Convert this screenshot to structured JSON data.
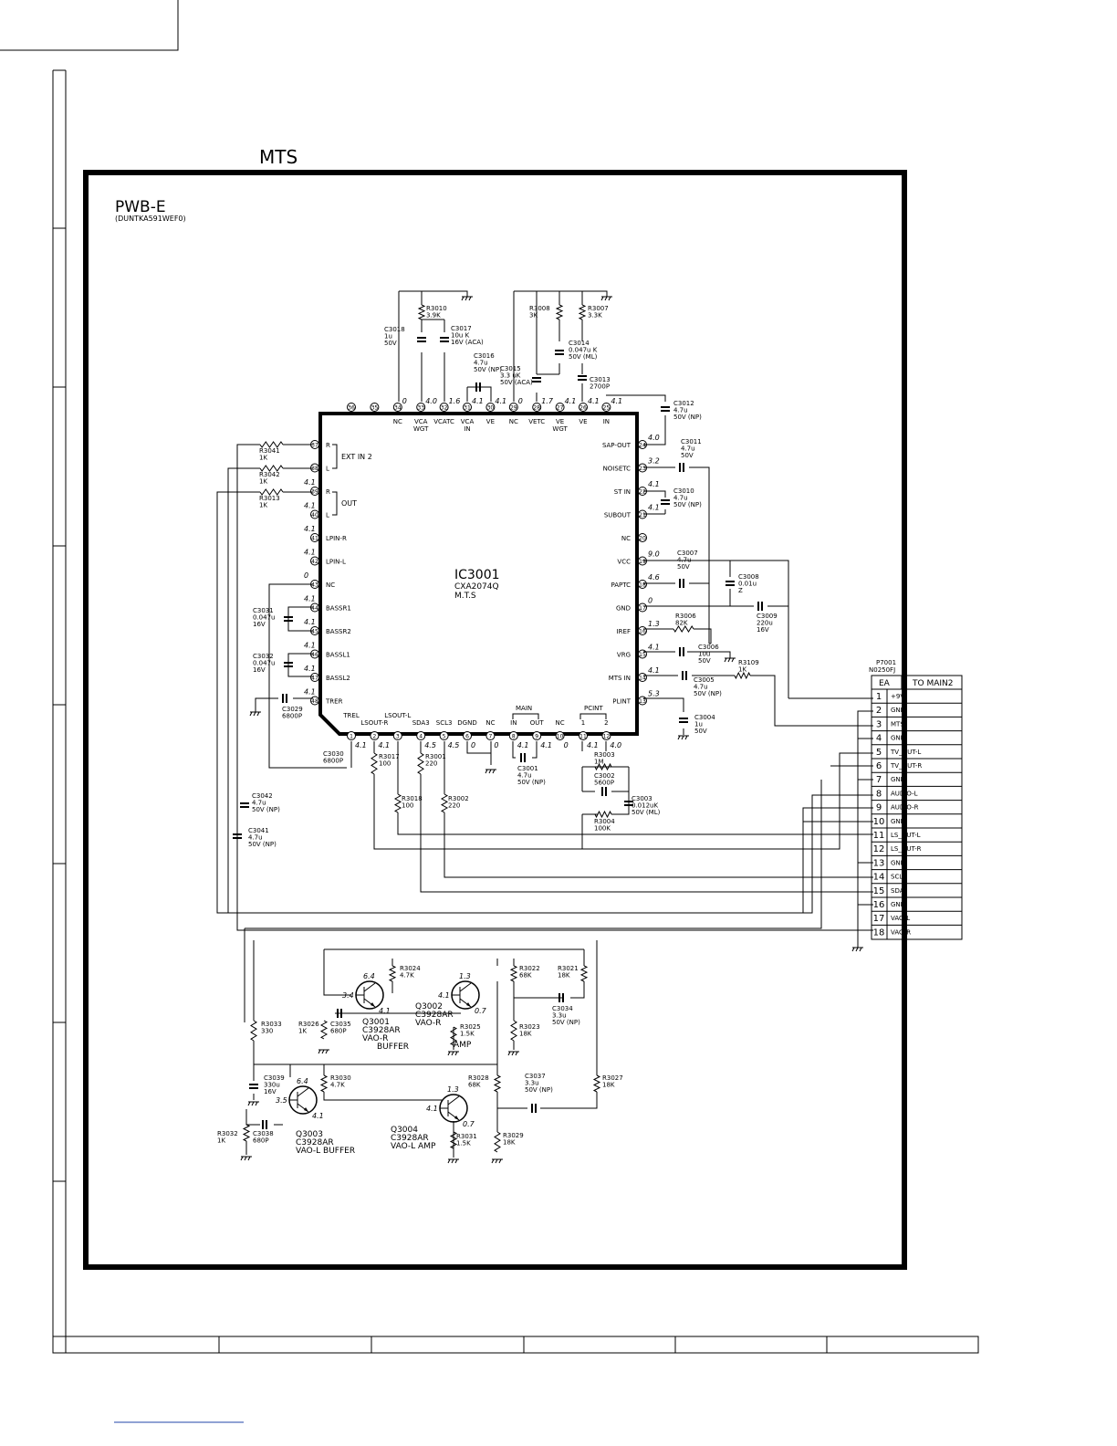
{
  "page_title": "MTS",
  "board": {
    "name": "PWB-E",
    "code": "(DUNTKA591WEF0)"
  },
  "ic": {
    "ref": "IC3001",
    "part": "CXA2074Q",
    "func": "M.T.S"
  },
  "ic_group_labels": {
    "ext_in": "EXT IN 2",
    "out": "OUT",
    "main": "MAIN",
    "pcint": "PCINT",
    "main_in": "IN",
    "main_out": "OUT",
    "pcint_1": "1",
    "pcint_2": "2"
  },
  "pins": {
    "left": [
      {
        "n": "37",
        "label": "R",
        "v": ""
      },
      {
        "n": "38",
        "label": "L",
        "v": ""
      },
      {
        "n": "39",
        "label": "R",
        "v": "4.1"
      },
      {
        "n": "40",
        "label": "L",
        "v": "4.1"
      },
      {
        "n": "41",
        "label": "LPIN-R",
        "v": "4.1"
      },
      {
        "n": "42",
        "label": "LPIN-L",
        "v": "4.1"
      },
      {
        "n": "43",
        "label": "NC",
        "v": "0"
      },
      {
        "n": "44",
        "label": "BASSR1",
        "v": "4.1"
      },
      {
        "n": "45",
        "label": "BASSR2",
        "v": "4.1"
      },
      {
        "n": "46",
        "label": "BASSL1",
        "v": "4.1"
      },
      {
        "n": "47",
        "label": "BASSL2",
        "v": "4.1"
      },
      {
        "n": "48",
        "label": "TRER",
        "v": "4.1"
      }
    ],
    "right": [
      {
        "n": "24",
        "label": "SAP-OUT",
        "v": "4.0"
      },
      {
        "n": "23",
        "label": "NOISETC",
        "v": "3.2"
      },
      {
        "n": "22",
        "label": "ST IN",
        "v": "4.1"
      },
      {
        "n": "21",
        "label": "SUBOUT",
        "v": "4.1"
      },
      {
        "n": "20",
        "label": "NC",
        "v": ""
      },
      {
        "n": "19",
        "label": "VCC",
        "v": "9.0"
      },
      {
        "n": "18",
        "label": "PAPTC",
        "v": "4.6"
      },
      {
        "n": "17",
        "label": "GND",
        "v": "0"
      },
      {
        "n": "16",
        "label": "IREF",
        "v": "1.3"
      },
      {
        "n": "15",
        "label": "VRG",
        "v": "4.1"
      },
      {
        "n": "14",
        "label": "MTS IN",
        "v": "4.1"
      },
      {
        "n": "13",
        "label": "PLINT",
        "v": "5.3"
      }
    ],
    "top": [
      {
        "n": "36",
        "label": "",
        "v": ""
      },
      {
        "n": "35",
        "label": "",
        "v": ""
      },
      {
        "n": "34",
        "label": "NC",
        "v": "0"
      },
      {
        "n": "33",
        "label": "VCA WGT",
        "v": "4.0"
      },
      {
        "n": "32",
        "label": "VCATC",
        "v": "1.6"
      },
      {
        "n": "31",
        "label": "VCA IN",
        "v": "4.1"
      },
      {
        "n": "30",
        "label": "VE",
        "v": "4.1"
      },
      {
        "n": "29",
        "label": "NC",
        "v": "0"
      },
      {
        "n": "28",
        "label": "VETC",
        "v": "1.7"
      },
      {
        "n": "27",
        "label": "VE WGT",
        "v": "4.1"
      },
      {
        "n": "26",
        "label": "VE",
        "v": "4.1"
      },
      {
        "n": "25",
        "label": "IN",
        "v": "4.1"
      }
    ],
    "bottom": [
      {
        "n": "1",
        "label": "TREL",
        "v": "4.1"
      },
      {
        "n": "2",
        "label": "LSOUT-R",
        "v": "4.1"
      },
      {
        "n": "3",
        "label": "LSOUT-L",
        "v": ""
      },
      {
        "n": "4",
        "label": "SDA3",
        "v": "4.5"
      },
      {
        "n": "5",
        "label": "SCL3",
        "v": "4.5"
      },
      {
        "n": "6",
        "label": "DGND",
        "v": "0"
      },
      {
        "n": "7",
        "label": "NC",
        "v": "0"
      },
      {
        "n": "8",
        "label": "IN",
        "v": "4.1"
      },
      {
        "n": "9",
        "label": "OUT",
        "v": "4.1"
      },
      {
        "n": "10",
        "label": "NC",
        "v": "0"
      },
      {
        "n": "11",
        "label": "1",
        "v": "4.1"
      },
      {
        "n": "12",
        "label": "2",
        "v": "4.0"
      }
    ]
  },
  "components": [
    {
      "id": "c3018",
      "l1": "C3018",
      "l2": "1u",
      "l3": "50V"
    },
    {
      "id": "r3010",
      "l1": "R3010",
      "l2": "3.9K",
      "l3": ""
    },
    {
      "id": "c3017",
      "l1": "C3017",
      "l2": "10u K",
      "l3": "16V (ACA)"
    },
    {
      "id": "c3016",
      "l1": "C3016",
      "l2": "4.7u",
      "l3": "50V (NP)"
    },
    {
      "id": "c3015",
      "l1": "C3015",
      "l2": "3.3 uK",
      "l3": "50V (ACA)"
    },
    {
      "id": "r3008",
      "l1": "R3008",
      "l2": "3K",
      "l3": ""
    },
    {
      "id": "r3007",
      "l1": "R3007",
      "l2": "3.3K",
      "l3": ""
    },
    {
      "id": "c3014",
      "l1": "C3014",
      "l2": "0.047u K",
      "l3": "50V (ML)"
    },
    {
      "id": "c3013",
      "l1": "C3013",
      "l2": "2700P",
      "l3": ""
    },
    {
      "id": "c3012",
      "l1": "C3012",
      "l2": "4.7u",
      "l3": "50V (NP)"
    },
    {
      "id": "c3011",
      "l1": "C3011",
      "l2": "4.7u",
      "l3": "50V"
    },
    {
      "id": "c3010",
      "l1": "C3010",
      "l2": "4.7u",
      "l3": "50V (NP)"
    },
    {
      "id": "c3007",
      "l1": "C3007",
      "l2": "4.7u",
      "l3": "50V"
    },
    {
      "id": "c3008",
      "l1": "C3008",
      "l2": "0.01u",
      "l3": "Z"
    },
    {
      "id": "c3009",
      "l1": "C3009",
      "l2": "220u",
      "l3": "16V"
    },
    {
      "id": "r3006",
      "l1": "R3006",
      "l2": "82K",
      "l3": ""
    },
    {
      "id": "c3006",
      "l1": "C3006",
      "l2": "10u",
      "l3": "50V"
    },
    {
      "id": "r3109",
      "l1": "R3109",
      "l2": "1K",
      "l3": ""
    },
    {
      "id": "c3005",
      "l1": "C3005",
      "l2": "4.7u",
      "l3": "50V (NP)"
    },
    {
      "id": "c3004",
      "l1": "C3004",
      "l2": "1u",
      "l3": "50V"
    },
    {
      "id": "r3041",
      "l1": "R3041",
      "l2": "1K",
      "l3": ""
    },
    {
      "id": "r3042",
      "l1": "R3042",
      "l2": "1K",
      "l3": ""
    },
    {
      "id": "r3013",
      "l1": "R3013",
      "l2": "1K",
      "l3": ""
    },
    {
      "id": "c3031",
      "l1": "C3031",
      "l2": "0.047u",
      "l3": "16V"
    },
    {
      "id": "c3032",
      "l1": "C3032",
      "l2": "0.047u",
      "l3": "16V"
    },
    {
      "id": "c3029",
      "l1": "C3029",
      "l2": "6800P",
      "l3": ""
    },
    {
      "id": "c3030",
      "l1": "C3030",
      "l2": "6800P",
      "l3": ""
    },
    {
      "id": "r3017",
      "l1": "R3017",
      "l2": "100",
      "l3": ""
    },
    {
      "id": "r3001",
      "l1": "R3001",
      "l2": "220",
      "l3": ""
    },
    {
      "id": "r3018",
      "l1": "R3018",
      "l2": "100",
      "l3": ""
    },
    {
      "id": "r3002",
      "l1": "R3002",
      "l2": "220",
      "l3": ""
    },
    {
      "id": "c3001",
      "l1": "C3001",
      "l2": "4.7u",
      "l3": "50V (NP)"
    },
    {
      "id": "r3003",
      "l1": "R3003",
      "l2": "1M",
      "l3": ""
    },
    {
      "id": "c3002",
      "l1": "C3002",
      "l2": "5600P",
      "l3": ""
    },
    {
      "id": "c3003",
      "l1": "C3003",
      "l2": "0.012uK",
      "l3": "50V (ML)"
    },
    {
      "id": "r3004",
      "l1": "R3004",
      "l2": "100K",
      "l3": ""
    },
    {
      "id": "c3042",
      "l1": "C3042",
      "l2": "4.7u",
      "l3": "50V (NP)"
    },
    {
      "id": "c3041",
      "l1": "C3041",
      "l2": "4.7u",
      "l3": "50V (NP)"
    },
    {
      "id": "r3024",
      "l1": "R3024",
      "l2": "4.7K",
      "l3": ""
    },
    {
      "id": "r3022",
      "l1": "R3022",
      "l2": "68K",
      "l3": ""
    },
    {
      "id": "r3021",
      "l1": "R3021",
      "l2": "18K",
      "l3": ""
    },
    {
      "id": "c3034",
      "l1": "C3034",
      "l2": "3.3u",
      "l3": "50V (NP)"
    },
    {
      "id": "r3023",
      "l1": "R3023",
      "l2": "18K",
      "l3": ""
    },
    {
      "id": "r3025",
      "l1": "R3025",
      "l2": "1.5K",
      "l3": ""
    },
    {
      "id": "r3026",
      "l1": "R3026",
      "l2": "1K",
      "l3": ""
    },
    {
      "id": "c3035",
      "l1": "C3035",
      "l2": "680P",
      "l3": ""
    },
    {
      "id": "r3033",
      "l1": "R3033",
      "l2": "330",
      "l3": ""
    },
    {
      "id": "c3039",
      "l1": "C3039",
      "l2": "330u",
      "l3": "16V"
    },
    {
      "id": "r3030",
      "l1": "R3030",
      "l2": "4.7K",
      "l3": ""
    },
    {
      "id": "r3028",
      "l1": "R3028",
      "l2": "68K",
      "l3": ""
    },
    {
      "id": "c3037",
      "l1": "C3037",
      "l2": "3.3u",
      "l3": "50V (NP)"
    },
    {
      "id": "r3027",
      "l1": "R3027",
      "l2": "18K",
      "l3": ""
    },
    {
      "id": "r3032",
      "l1": "R3032",
      "l2": "1K",
      "l3": ""
    },
    {
      "id": "c3038",
      "l1": "C3038",
      "l2": "680P",
      "l3": ""
    },
    {
      "id": "r3031",
      "l1": "R3031",
      "l2": "1.5K",
      "l3": ""
    },
    {
      "id": "r3029",
      "l1": "R3029",
      "l2": "18K",
      "l3": ""
    }
  ],
  "transistors": [
    {
      "id": "q3001",
      "ref": "Q3001",
      "part": "C3928AR",
      "desc": "VAO-R",
      "desc2": "BUFFER",
      "vb": "3.4",
      "vc": "6.4",
      "ve": "4.1"
    },
    {
      "id": "q3002",
      "ref": "Q3002",
      "part": "C3928AR",
      "desc": "VAO-R",
      "desc2": "AMP",
      "vb": "4.1",
      "vc": "1.3",
      "ve": "0.7"
    },
    {
      "id": "q3003",
      "ref": "Q3003",
      "part": "C3928AR",
      "desc": "VAO-L BUFFER",
      "desc2": "",
      "vb": "3.5",
      "vc": "6.4",
      "ve": "4.1"
    },
    {
      "id": "q3004",
      "ref": "Q3004",
      "part": "C3928AR",
      "desc": "VAO-L AMP",
      "desc2": "",
      "vb": "4.1",
      "vc": "1.3",
      "ve": "0.7"
    }
  ],
  "connector": {
    "ref": "P7001",
    "part": "N0250FJ",
    "header_left": "EA",
    "header_right": "TO MAIN2",
    "pins": [
      {
        "n": "1",
        "label": "+9V"
      },
      {
        "n": "2",
        "label": "GND"
      },
      {
        "n": "3",
        "label": "MTS"
      },
      {
        "n": "4",
        "label": "GND"
      },
      {
        "n": "5",
        "label": "TV_OUT-L"
      },
      {
        "n": "6",
        "label": "TV_OUT-R"
      },
      {
        "n": "7",
        "label": "GND"
      },
      {
        "n": "8",
        "label": "AUDIO-L"
      },
      {
        "n": "9",
        "label": "AUDIO-R"
      },
      {
        "n": "10",
        "label": "GND"
      },
      {
        "n": "11",
        "label": "LS_OUT-L"
      },
      {
        "n": "12",
        "label": "LS_OUT-R"
      },
      {
        "n": "13",
        "label": "GND"
      },
      {
        "n": "14",
        "label": "SCL"
      },
      {
        "n": "15",
        "label": "SDA"
      },
      {
        "n": "16",
        "label": "GND"
      },
      {
        "n": "17",
        "label": "VAO-L"
      },
      {
        "n": "18",
        "label": "VAO-R"
      }
    ]
  }
}
